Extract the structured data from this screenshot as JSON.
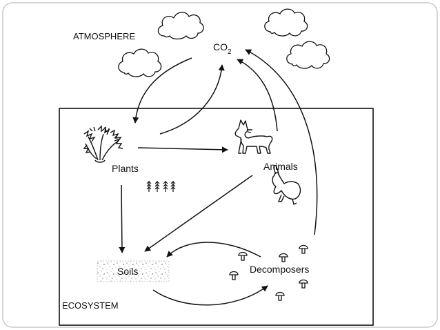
{
  "diagram": {
    "labels": {
      "atmosphere": "ATMOSPHERE",
      "co2_main": "CO",
      "co2_sub": "2",
      "plants": "Plants",
      "animals": "Animals",
      "soils": "Soils",
      "decomposers": "Decomposers",
      "ecosystem": "ECOSYSTEM"
    },
    "icons": [
      "cloud-icon",
      "plant-shrub-icon",
      "grass-sprouts-icon",
      "wolf-icon",
      "rabbit-icon",
      "mushroom-icon"
    ],
    "colors": {
      "frame": "#c8c8c8",
      "ink": "#111111",
      "soil_texture": "#9a9a9a"
    }
  }
}
